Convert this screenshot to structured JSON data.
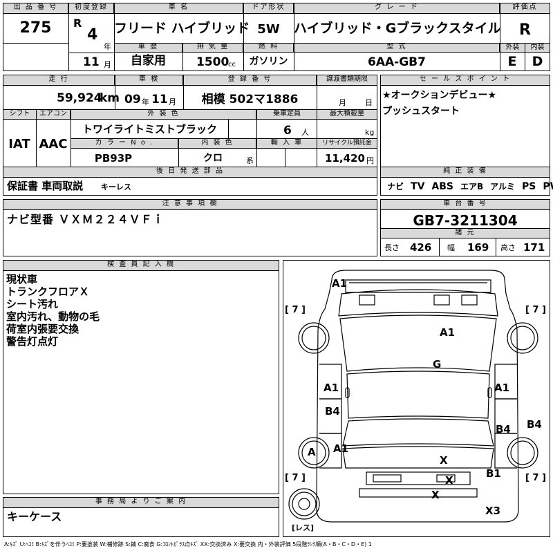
{
  "header": {
    "lot_no_label": "出 品 番 号",
    "lot_no": "275",
    "first_reg_label": "初度登録",
    "era": "R",
    "year_num": "4",
    "year_unit": "年",
    "month_num": "11",
    "month_unit": "月",
    "car_name_label": "車 名",
    "car_name": "フリード ハイブリッド",
    "door_label": "ドア形状",
    "door": "5W",
    "grade_label": "グ レ ー ド",
    "grade": "ハイブリッド・Gブラックスタイル",
    "score_label": "評価点",
    "score": "R",
    "history_label": "車 歴",
    "history": "自家用",
    "displacement_label": "排 気 量",
    "displacement": "1500",
    "displacement_unit": "cc",
    "fuel_label": "燃 料",
    "fuel": "ガソリン",
    "model_label": "型 式",
    "model": "6AA-GB7",
    "exterior_label": "外装",
    "exterior": "E",
    "interior_label": "内装",
    "interior": "D"
  },
  "row2": {
    "mileage_label": "走 行",
    "mileage": "59,924",
    "mileage_unit": "km",
    "inspection_label": "車 検",
    "insp_year": "09",
    "insp_year_unit": "年",
    "insp_month": "11",
    "insp_month_unit": "月",
    "reg_no_label": "登 録 番 号",
    "reg_no": "相模 502マ1886",
    "transfer_label": "譲渡書類期限",
    "transfer_month_unit": "月",
    "transfer_day_unit": "日",
    "shift_label": "シフト",
    "shift": "IAT",
    "ac_label": "エアコン",
    "ac": "AAC",
    "color_label": "外 装 色",
    "color": "トワイライトミストブラック",
    "capacity_label": "乗車定員",
    "capacity": "6",
    "capacity_unit": "人",
    "max_load_label": "最大積載量",
    "max_load_unit": "kg",
    "color_no_label": "カ ラ ー N o .",
    "color_no": "PB93P",
    "int_color_label": "内 装 色",
    "int_color": "クロ",
    "int_color_unit": "系",
    "import_label": "輸 入 車",
    "recycle_label": "リサイクル預託金",
    "recycle": "11,420",
    "recycle_unit": "円",
    "sales_point_label": "セ ー ル ス ポ イ ン ト",
    "sales_points": [
      "★オークションデビュー★",
      "プッシュスタート"
    ],
    "later_parts_label": "後 日 発 送 部 品",
    "later_parts_a": "保証書 車両取説",
    "later_parts_b": "キーレス",
    "equipment_label": "純 正 装 備",
    "equipment": [
      "ナビ",
      "TV",
      "ABS",
      "エアB",
      "アルミ",
      "PS",
      "PW"
    ]
  },
  "notes": {
    "label": "注 意 事 項 欄",
    "text": "ナビ型番 ＶＸＭ２２４ＶＦｉ"
  },
  "chassis": {
    "label": "車 台 番 号",
    "number": "GB7-3211304",
    "specs_label": "諸 元",
    "length_label": "長さ",
    "length": "426",
    "width_label": "幅",
    "width": "169",
    "height_label": "高さ",
    "height": "171"
  },
  "inspector": {
    "label": "検 査 員 記 入 欄",
    "lines": [
      "現状車",
      "トランクフロアＸ",
      "シート汚れ",
      "室内汚れ、動物の毛",
      "荷室内張要交換",
      "警告灯点灯"
    ]
  },
  "diagram": {
    "labels": [
      "A1",
      "A1",
      "G",
      "A1",
      "A1",
      "B4",
      "B4",
      "B4",
      "A",
      "A1",
      "X",
      "X",
      "X",
      "B1",
      "X3"
    ],
    "tire_tags": [
      "[ 7 ]",
      "[ 7 ]",
      "[ 7 ]",
      "[ 7 ]"
    ],
    "spare_tag": "[レス]"
  },
  "office": {
    "label": "事 務 局 よ り ご 案 内",
    "text": "キーケース"
  },
  "legend": "A:ｷｽﾞ U:ﾍｺﾐ B:ｷｽﾞを伴うﾍｺﾐ P:要塗装 W:補修跡 S:錆 C:腐食 G:ﾌﾛﾝﾄｶﾞﾗｽ点ｷｽﾞ XX:交換済み X:要交換 内・外装評価 5段階ﾗﾝｸ順(A・B・C・D・E) 1"
}
